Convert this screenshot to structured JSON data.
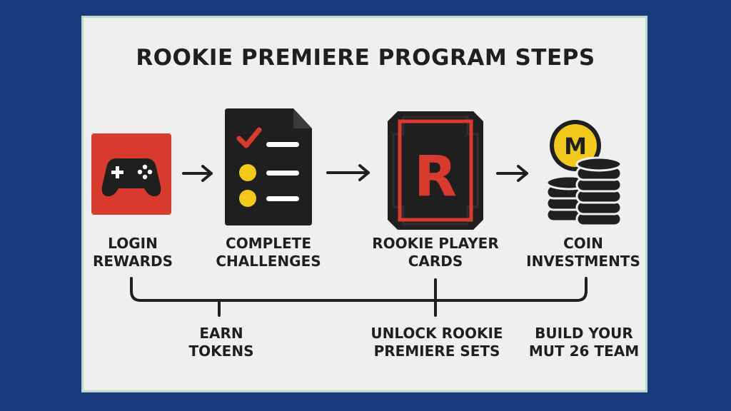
{
  "title": "ROOKIE PREMIERE PROGRAM STEPS",
  "steps": [
    {
      "line1": "LOGIN",
      "line2": "REWARDS",
      "icon": "gamepad-icon"
    },
    {
      "line1": "COMPLETE",
      "line2": "CHALLENGES",
      "icon": "checklist-icon"
    },
    {
      "line1": "ROOKIE PLAYER",
      "line2": "CARDS",
      "icon": "rookie-card-icon"
    },
    {
      "line1": "COIN",
      "line2": "INVESTMENTS",
      "icon": "coin-stack-icon"
    }
  ],
  "outcomes": [
    {
      "line1": "EARN",
      "line2": "TOKENS"
    },
    {
      "line1": "UNLOCK ROOKIE",
      "line2": "PREMIERE SETS"
    },
    {
      "line1": "BUILD YOUR",
      "line2": "MUT 26 TEAM"
    }
  ],
  "card_letter": "R",
  "coin_letter": "M",
  "colors": {
    "background": "#1a3a7e",
    "panel": "#efefef",
    "panel_border": "#b9d9c9",
    "accent_red": "#d93a2f",
    "accent_yellow": "#f2c81a",
    "dark": "#1f1f1f"
  }
}
